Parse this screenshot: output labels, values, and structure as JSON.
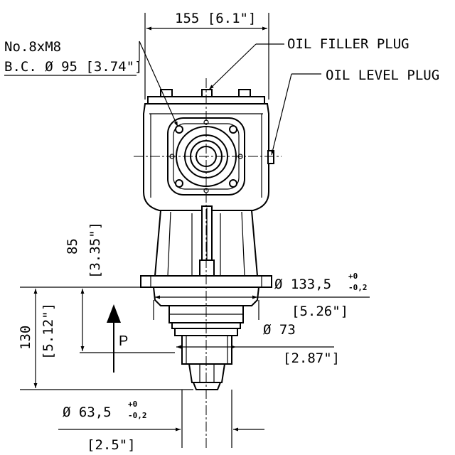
{
  "labels": {
    "bolts_line1": "No.8xM8",
    "bolts_line2": "B.C. Ø 95 [3.74\"]",
    "oil_filler": "OIL FILLER PLUG",
    "oil_level": "OIL LEVEL PLUG",
    "power_flow": "P"
  },
  "dimensions": {
    "width_top": "155 [6.1\"]",
    "height_85_mm": "85",
    "height_85_in": "[3.35\"]",
    "height_130_mm": "130",
    "height_130_in": "[5.12\"]",
    "flange_dia": "Ø  133,5",
    "flange_tol_plus": "+0",
    "flange_tol_minus": "-0,2",
    "flange_dia_in": "[5.26\"]",
    "spigot_dia": "Ø  73",
    "spigot_dia_in": "[2.87\"]",
    "shaft_dia": "Ø  63,5",
    "shaft_tol_plus": "+0",
    "shaft_tol_minus": "-0,2",
    "shaft_dia_in": "[2.5\"]"
  }
}
